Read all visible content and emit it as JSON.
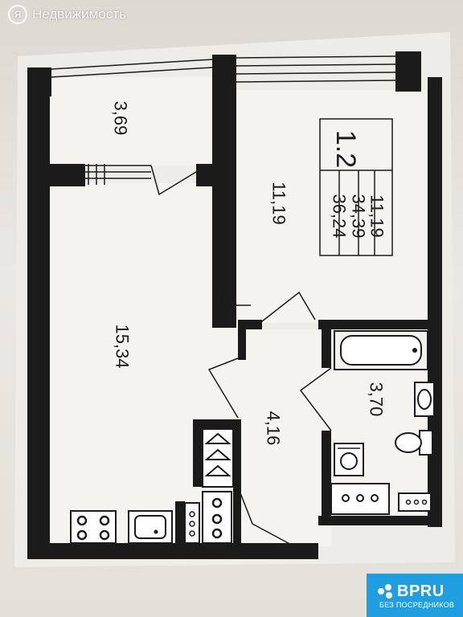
{
  "watermark": {
    "icon": "yandex-logo-icon",
    "text": "Недвижимость"
  },
  "tag": {
    "type": "1.2",
    "living_area": "11,19",
    "total_area_a": "34,39",
    "total_area_b": "36,24"
  },
  "rooms": {
    "balcony": "3,69",
    "bedroom": "11,19",
    "kitchen_living": "15,34",
    "hall": "4,16",
    "bathroom": "3,70"
  },
  "badge": {
    "logo": "BPRU",
    "subtitle": "БЕЗ ПОСРЕДНИКОВ",
    "color": "#1f9ee0"
  },
  "colors": {
    "wall": "#1b1b1b",
    "paper": "#eeece6",
    "floor": "#f3f2ee"
  }
}
